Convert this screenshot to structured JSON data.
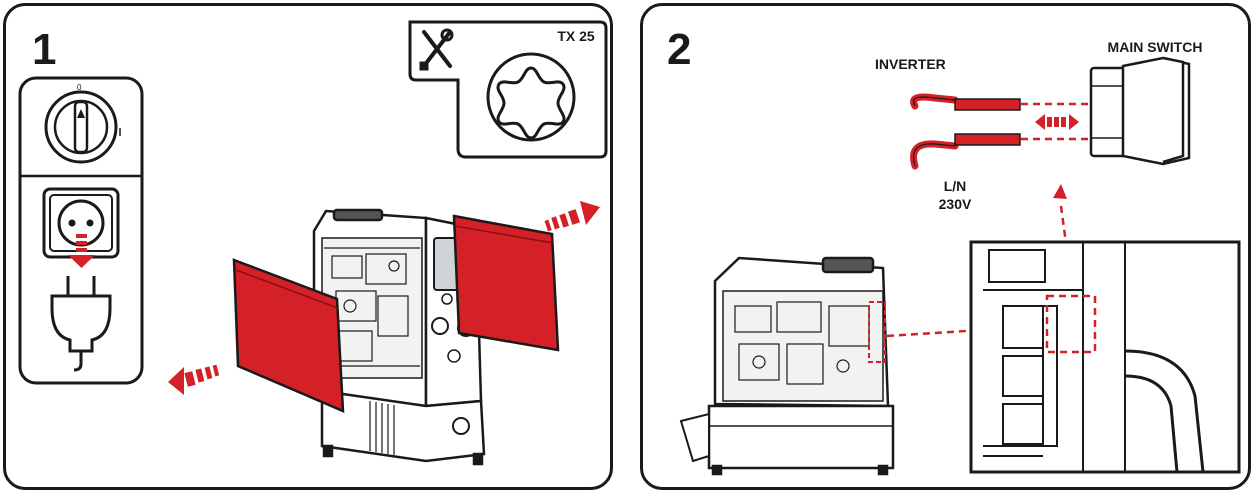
{
  "panels": [
    {
      "step": "1",
      "tool_size": "TX 25"
    },
    {
      "step": "2",
      "inverter_label": "INVERTER",
      "main_switch_label": "MAIN SWITCH",
      "ln_label": "L/N",
      "voltage_label": "230V"
    }
  ],
  "colors": {
    "accent_red": "#d42027",
    "line": "#1a1a1a"
  }
}
